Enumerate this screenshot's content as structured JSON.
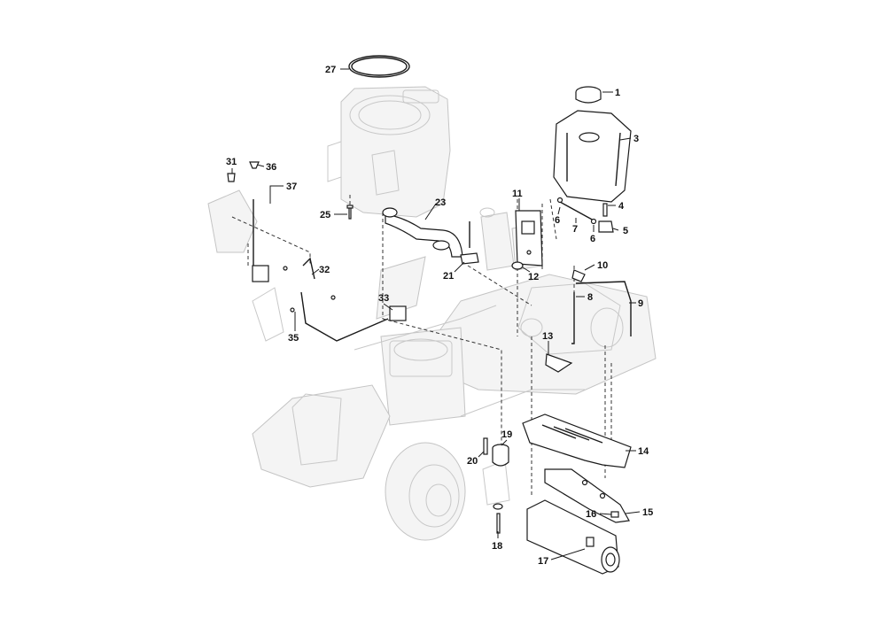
{
  "diagram": {
    "callouts": [
      {
        "id": "c1",
        "label": "1"
      },
      {
        "id": "c3",
        "label": "3"
      },
      {
        "id": "c4",
        "label": "4"
      },
      {
        "id": "c5",
        "label": "5"
      },
      {
        "id": "c6a",
        "label": "6"
      },
      {
        "id": "c6b",
        "label": "6"
      },
      {
        "id": "c7",
        "label": "7"
      },
      {
        "id": "c8",
        "label": "8"
      },
      {
        "id": "c9",
        "label": "9"
      },
      {
        "id": "c10",
        "label": "10"
      },
      {
        "id": "c11",
        "label": "11"
      },
      {
        "id": "c12",
        "label": "12"
      },
      {
        "id": "c13",
        "label": "13"
      },
      {
        "id": "c14",
        "label": "14"
      },
      {
        "id": "c15",
        "label": "15"
      },
      {
        "id": "c16",
        "label": "16"
      },
      {
        "id": "c17",
        "label": "17"
      },
      {
        "id": "c18",
        "label": "18"
      },
      {
        "id": "c19",
        "label": "19"
      },
      {
        "id": "c20",
        "label": "20"
      },
      {
        "id": "c21",
        "label": "21"
      },
      {
        "id": "c23",
        "label": "23"
      },
      {
        "id": "c25",
        "label": "25"
      },
      {
        "id": "c27",
        "label": "27"
      },
      {
        "id": "c31",
        "label": "31"
      },
      {
        "id": "c32",
        "label": "32"
      },
      {
        "id": "c33",
        "label": "33"
      },
      {
        "id": "c35",
        "label": "35"
      },
      {
        "id": "c36",
        "label": "36"
      },
      {
        "id": "c37",
        "label": "37"
      }
    ]
  }
}
